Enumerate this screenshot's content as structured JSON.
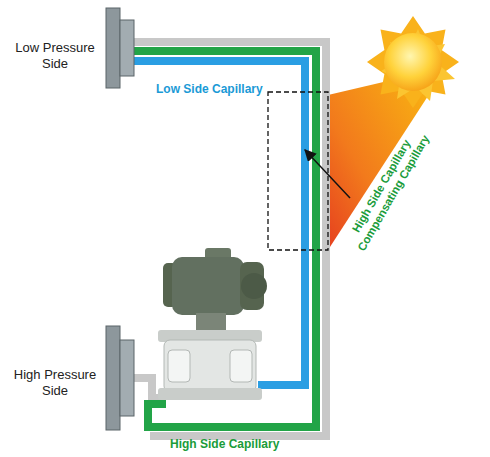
{
  "diagram": {
    "labels": [
      "Low Pressure Side",
      "Low Side Capillary",
      "High Side Capillary Compensating Capillary",
      "High Pressure Side",
      "High Side Capillary"
    ]
  }
}
